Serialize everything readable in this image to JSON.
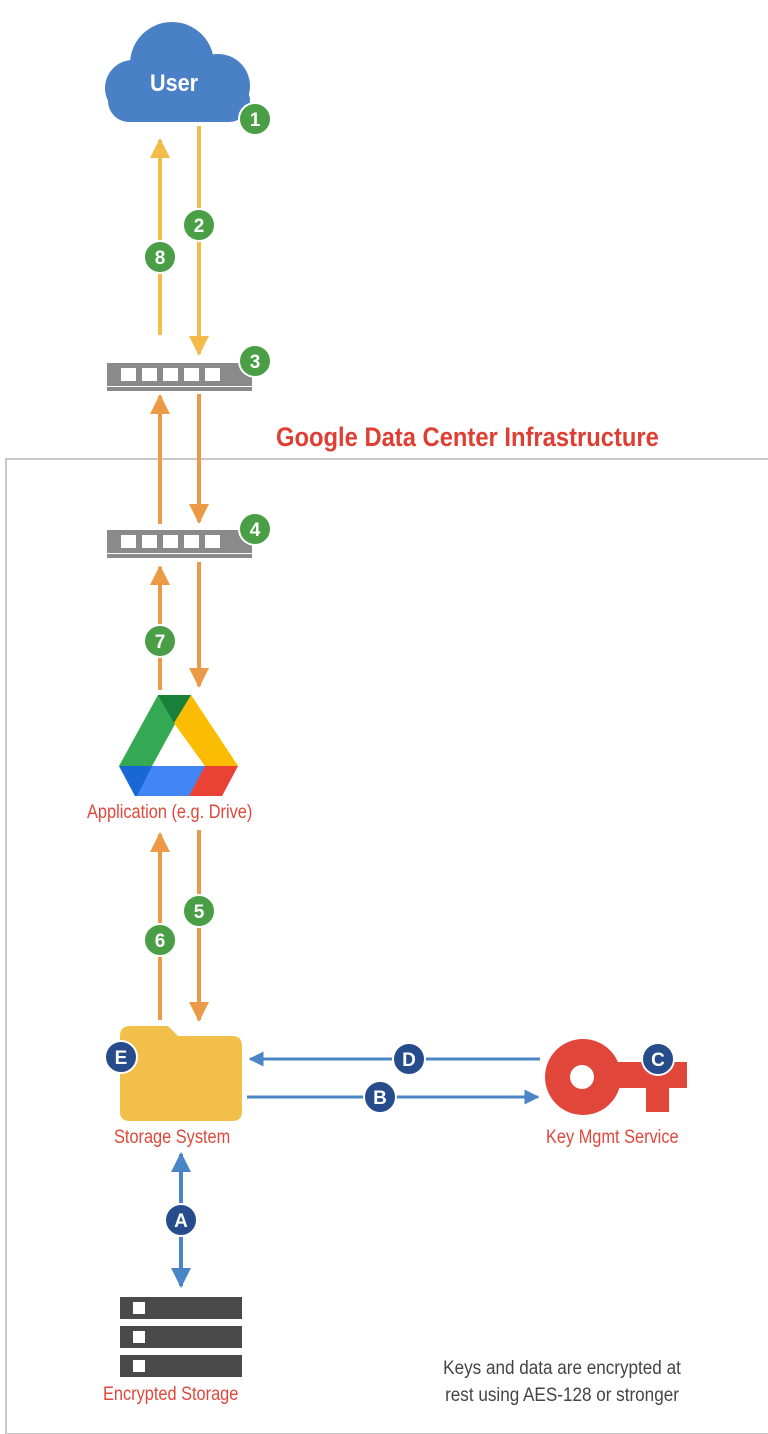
{
  "user": {
    "label": "User"
  },
  "region": {
    "title": "Google Data Center Infrastructure"
  },
  "components": {
    "application": "Application (e.g. Drive)",
    "storage_system": "Storage System",
    "key_mgmt": "Key Mgmt Service",
    "encrypted_storage": "Encrypted Storage"
  },
  "note": {
    "line1": "Keys and data are encrypted at",
    "line2": "rest using AES-128 or stronger"
  },
  "steps": {
    "s1": "1",
    "s2": "2",
    "s3": "3",
    "s4": "4",
    "s5": "5",
    "s6": "6",
    "s7": "7",
    "s8": "8",
    "sA": "A",
    "sB": "B",
    "sC": "C",
    "sD": "D",
    "sE": "E"
  },
  "colors": {
    "user_cloud": "#4a80c6",
    "flow_yellow": "#f3bc4a",
    "flow_orange": "#ec9a48",
    "flow_blue": "#4a86c6",
    "step_badge_green": "#4a9e45",
    "step_badge_navy": "#264c8c",
    "label_red": "#e0473a",
    "folder": "#f2bf4a",
    "key": "#e0473a",
    "storage": "#4a4a4a",
    "switch": "#8a8a8a"
  },
  "icons": {
    "user": "cloud-icon",
    "network_switch": "switch-icon",
    "application": "google-drive-icon",
    "storage_system": "folder-icon",
    "key_mgmt": "key-icon",
    "encrypted_storage": "server-rack-icon"
  }
}
